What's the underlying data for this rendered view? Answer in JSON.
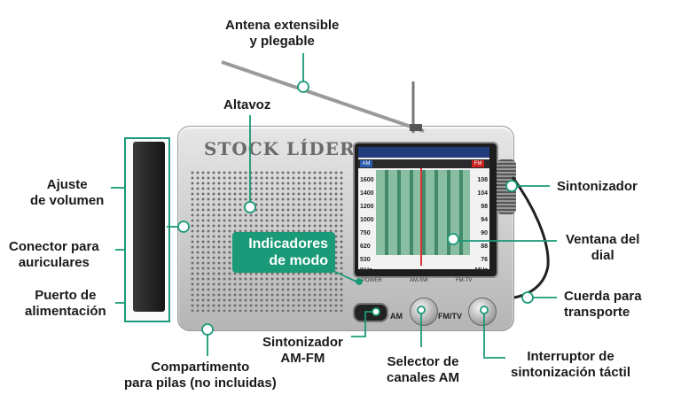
{
  "labels": {
    "antenna": [
      "Antena extensible",
      "y plegable"
    ],
    "speaker": [
      "Altavoz"
    ],
    "tuner": [
      "Sintonizador"
    ],
    "volume": [
      "Ajuste",
      "de volumen"
    ],
    "headphone": [
      "Conector para",
      "auriculares"
    ],
    "power_port": [
      "Puerto de",
      "alimentación"
    ],
    "dial_window": [
      "Ventana del",
      "dial"
    ],
    "strap": [
      "Cuerda para",
      "transporte"
    ],
    "mode_indicators": [
      "Indicadores",
      "de modo"
    ],
    "am_fm_tuner": [
      "Sintonizador",
      "AM-FM"
    ],
    "am_channel": [
      "Selector de",
      "canales AM"
    ],
    "touch_switch": [
      "Interruptor de",
      "sintonización táctil"
    ],
    "battery": [
      "Compartimento",
      "para pilas (no incluidas)"
    ]
  },
  "radio": {
    "brand": "STOCK LÍDER",
    "am_tag": "AM",
    "fm_tag": "FM",
    "am_scale": [
      "1600",
      "1400",
      "1200",
      "1000",
      "750",
      "620",
      "530"
    ],
    "am_unit": "KHz",
    "fm_scale": [
      "108",
      "104",
      "98",
      "94",
      "90",
      "88",
      "76"
    ],
    "fm_unit": "MHz",
    "power_label": "POWER",
    "amsw_label": "AM-SW",
    "fmtv_label": "FM-TV",
    "btn_am": "AM",
    "btn_fmtv": "FM/TV"
  },
  "colors": {
    "accent": "#1a9a78"
  }
}
